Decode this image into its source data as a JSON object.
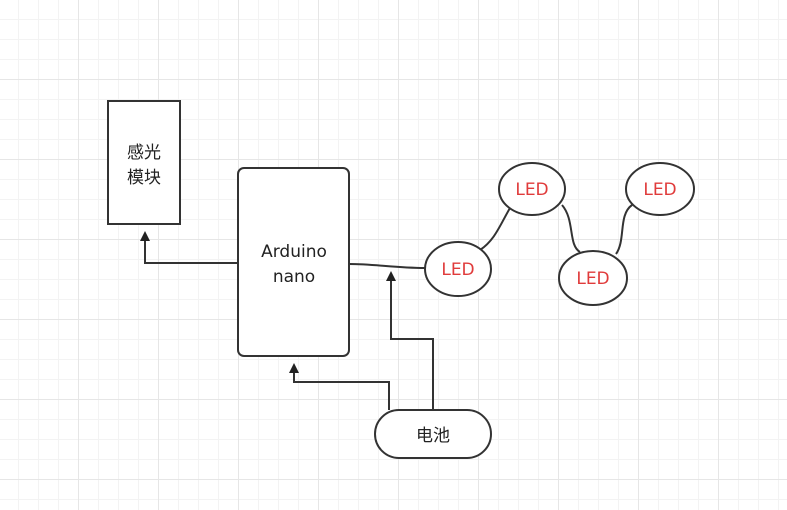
{
  "diagram": {
    "nodes": {
      "sensor": {
        "label_line1": "感光",
        "label_line2": "模块"
      },
      "arduino": {
        "label_line1": "Arduino",
        "label_line2": "nano"
      },
      "battery": {
        "label": "电池"
      },
      "led1": {
        "label": "LED"
      },
      "led2": {
        "label": "LED"
      },
      "led3": {
        "label": "LED"
      },
      "led4": {
        "label": "LED"
      }
    },
    "colors": {
      "stroke": "#333333",
      "led_text": "#e03b3b",
      "text": "#222222",
      "grid": "#e6e6e6"
    },
    "edges": [
      {
        "from": "arduino",
        "to": "sensor",
        "arrow": true
      },
      {
        "from": "battery",
        "to": "arduino",
        "arrow": true
      },
      {
        "from": "battery",
        "to": "arduino-led1-wire",
        "arrow": true
      },
      {
        "from": "arduino",
        "to": "led1",
        "arrow": false
      },
      {
        "from": "led1",
        "to": "led2",
        "arrow": false
      },
      {
        "from": "led2",
        "to": "led3",
        "arrow": false
      },
      {
        "from": "led3",
        "to": "led4",
        "arrow": false
      }
    ]
  }
}
